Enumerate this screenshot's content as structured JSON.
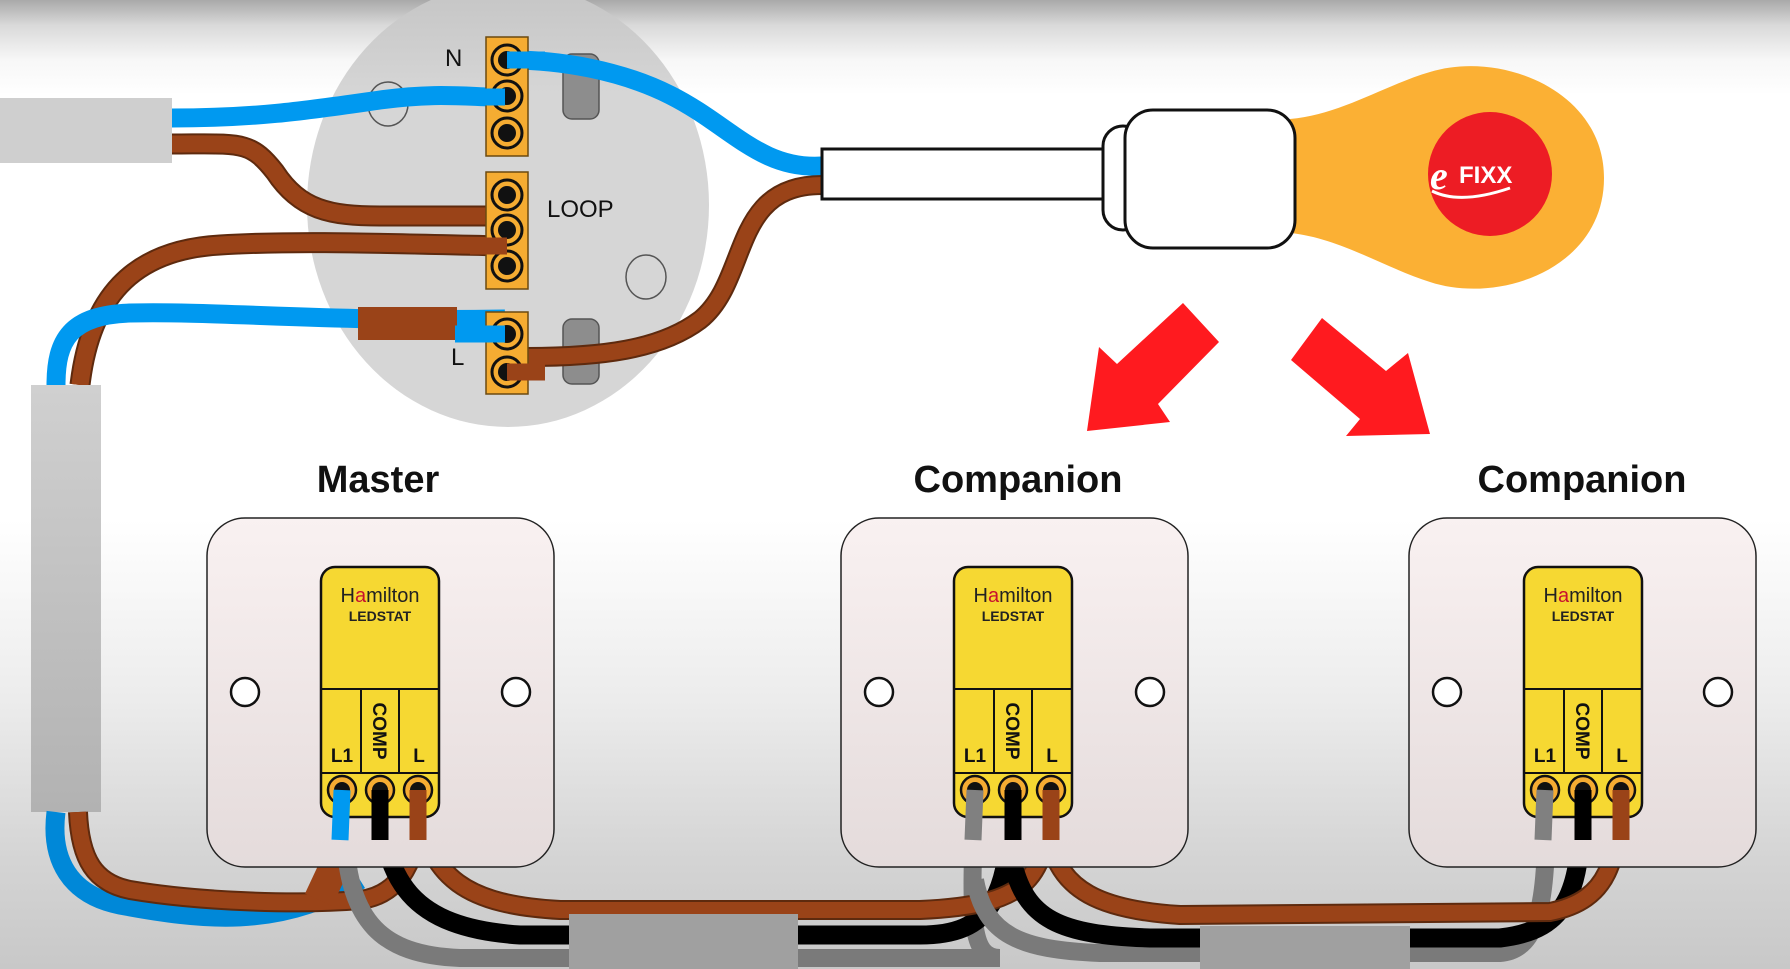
{
  "diagram": {
    "type": "wiring-diagram",
    "subject": "Hamilton LEDSTAT master and companion switch wiring from a loop-in ceiling rose",
    "ceiling_rose": {
      "terminal_labels": {
        "neutral": "N",
        "loop": "LOOP",
        "live": "L"
      },
      "terminal_counts": {
        "neutral": 3,
        "loop": 3,
        "live": 2
      }
    },
    "lamp": {
      "logo_text": "FIXX",
      "logo_prefix": "e"
    },
    "switches": [
      {
        "title": "Master",
        "brand": "Hamilton",
        "brand_accent_letter": "a",
        "model": "LEDSTAT",
        "terminals": [
          "L1",
          "COMP",
          "L"
        ]
      },
      {
        "title": "Companion",
        "brand": "Hamilton",
        "brand_accent_letter": "a",
        "model": "LEDSTAT",
        "terminals": [
          "L1",
          "COMP",
          "L"
        ]
      },
      {
        "title": "Companion",
        "brand": "Hamilton",
        "brand_accent_letter": "a",
        "model": "LEDSTAT",
        "terminals": [
          "L1",
          "COMP",
          "L"
        ]
      }
    ],
    "arrows": {
      "count": 2,
      "color": "#ff1a1f",
      "meaning": "lamp controlled from companions"
    },
    "colors": {
      "neutral_blue": "#0099f0",
      "live_brown": "#9a4318",
      "comp_black": "#000000",
      "earth_grey": "#808080",
      "terminal_orange": "#f5ac32",
      "module_yellow": "#f6d832",
      "bulb_orange": "#fbb034",
      "logo_red": "#ed1c24",
      "rose_grey": "#d3d3d3",
      "sheath_grey": "#cfcfcf",
      "plate": "#f7eeee"
    }
  }
}
